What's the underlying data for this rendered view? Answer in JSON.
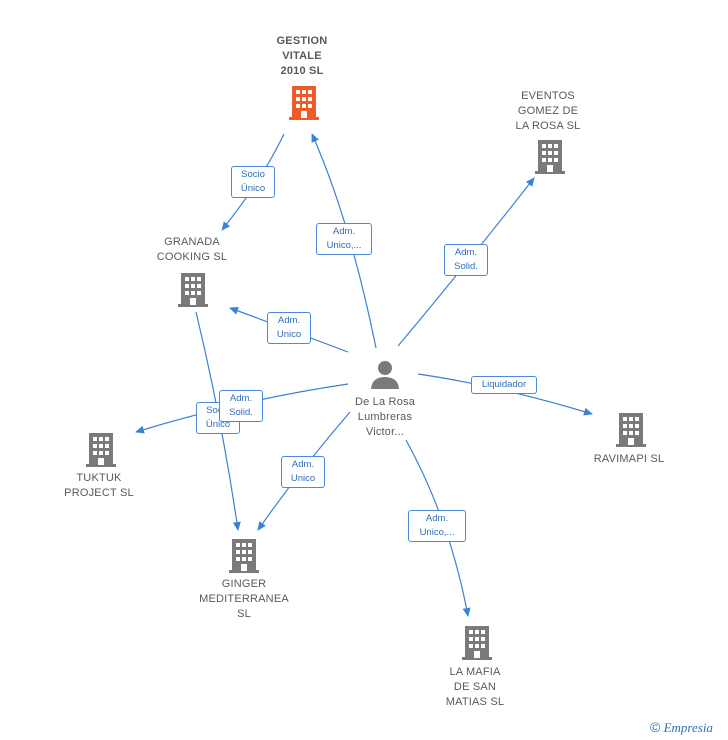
{
  "colors": {
    "edge": "#3a82d6",
    "building": "#7a7a7a",
    "highlight": "#f05a28",
    "label_border": "#4a8ad8"
  },
  "nodes": {
    "center": {
      "label": "De La Rosa\nLumbreras\nVictor..."
    },
    "gestion": {
      "label": "GESTION\nVITALE\n2010  SL"
    },
    "eventos": {
      "label": "EVENTOS\nGOMEZ DE\nLA ROSA  SL"
    },
    "granada": {
      "label": "GRANADA\nCOOKING  SL"
    },
    "tuktuk": {
      "label": "TUKTUK\nPROJECT  SL"
    },
    "ravimapi": {
      "label": "RAVIMAPI  SL"
    },
    "ginger": {
      "label": "GINGER\nMEDITERRANEA\nSL"
    },
    "mafia": {
      "label": "LA MAFIA\nDE SAN\nMATIAS  SL"
    }
  },
  "edge_labels": {
    "gestion_granada": "Socio\nÚnico",
    "center_gestion": "Adm.\nUnico,...",
    "center_eventos": "Adm.\nSolid.",
    "center_granada": "Adm.\nUnico",
    "center_tuktuk": "Adm.\nSolid.",
    "granada_ginger": "Socio\nÚnico",
    "center_ginger": "Adm.\nUnico",
    "center_ravimapi": "Liquidador",
    "center_mafia": "Adm.\nUnico,..."
  },
  "footer": {
    "copyright_symbol": "©",
    "brand": "Empresia"
  }
}
